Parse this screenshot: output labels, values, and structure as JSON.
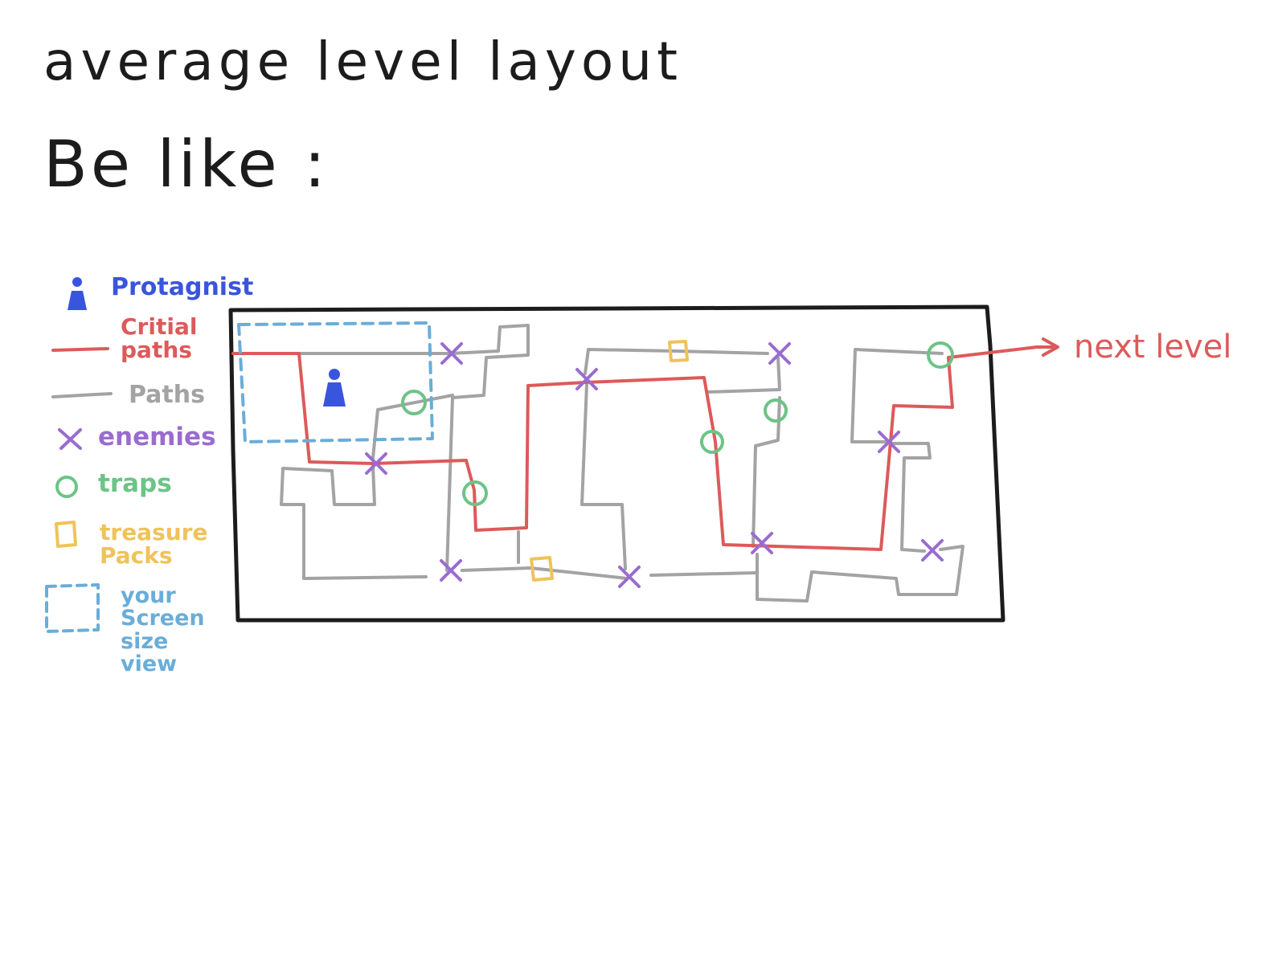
{
  "title": {
    "line1": "average  level  layout",
    "line2": "Be like :"
  },
  "legend": {
    "protagonist": "Protagnist",
    "critical_paths": "Critial\npaths",
    "paths": "Paths",
    "enemies": "enemies",
    "traps": "traps",
    "treasure_packs": "treasure\nPacks",
    "screen_view": "your\nScreen\nsize\nview"
  },
  "next_level": "next level",
  "colors": {
    "ink": "#1c1c1c",
    "protagonist": "#3a55dd",
    "critical_path": "#dd5a5a",
    "path": "#a3a3a3",
    "enemy": "#9a6ccf",
    "trap": "#6cc486",
    "treasure": "#efc35a",
    "screen_view": "#6aadd8"
  }
}
